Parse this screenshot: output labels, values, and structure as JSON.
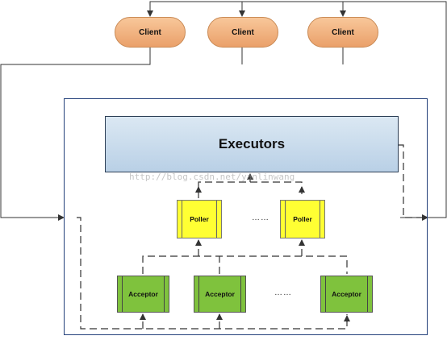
{
  "clients": [
    {
      "label": "Client"
    },
    {
      "label": "Client"
    },
    {
      "label": "Client"
    }
  ],
  "executors": {
    "label": "Executors"
  },
  "pollers": [
    {
      "label": "Poller"
    },
    {
      "label": "Poller"
    }
  ],
  "acceptors": [
    {
      "label": "Acceptor"
    },
    {
      "label": "Acceptor"
    },
    {
      "label": "Acceptor"
    }
  ],
  "ellipsis": {
    "pollers": "……",
    "acceptors": "……"
  },
  "watermark": "http://blog.csdn.net/yanlinwang",
  "colors": {
    "client": "#f3b482",
    "executors": "#c7daec",
    "poller": "#ffff33",
    "acceptor": "#7fc23d",
    "frame": "#23407a"
  }
}
